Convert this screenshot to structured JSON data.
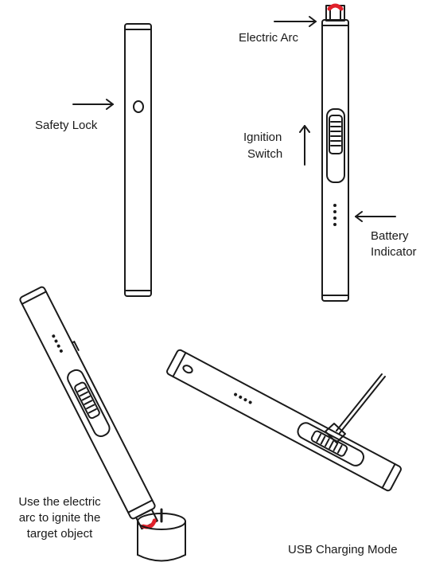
{
  "labels": {
    "safety_lock": "Safety Lock",
    "electric_arc": "Electric Arc",
    "ignition_switch_line1": "Ignition",
    "ignition_switch_line2": "Switch",
    "battery_indicator_line1": "Battery",
    "battery_indicator_line2": "Indicator",
    "use_line1": "Use the electric",
    "use_line2": "arc to ignite the",
    "use_line3": "target object",
    "usb_charging_mode": "USB Charging Mode"
  },
  "colors": {
    "line": "#1a1a1a",
    "arc_red": "#e0202a",
    "background": "#ffffff"
  },
  "icons": {
    "arrow": "arrow-icon"
  }
}
